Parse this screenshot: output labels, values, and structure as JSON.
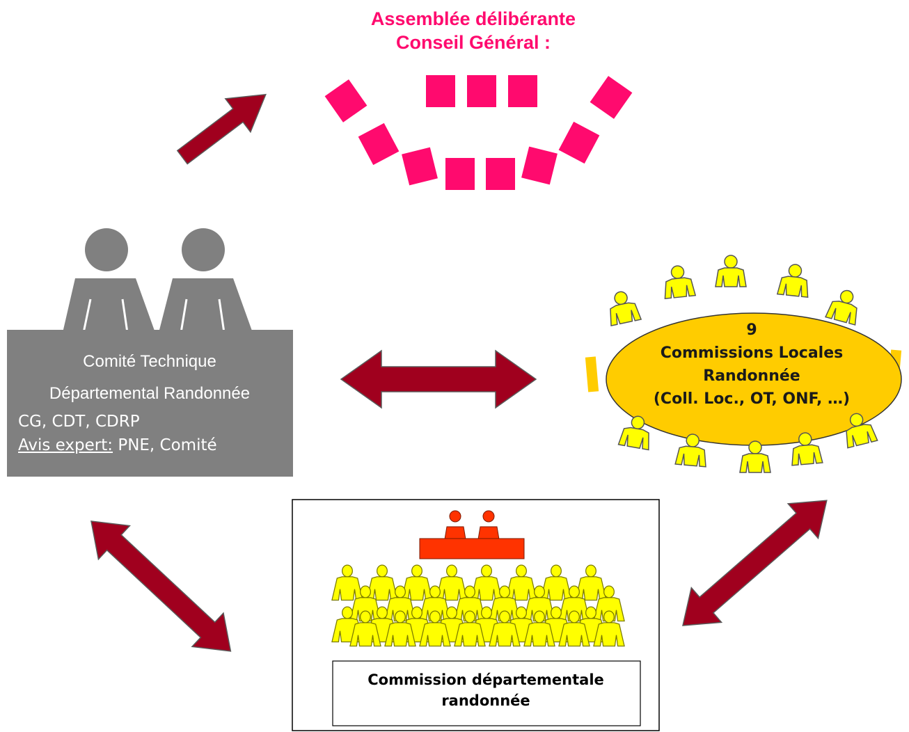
{
  "assembly": {
    "title_line1": "Assemblée délibérante",
    "title_line2": "Conseil Général :",
    "color": "#ff0a6e"
  },
  "ctdr": {
    "title_line1": "Comité Technique",
    "title_line2": "Départemental Randonnée",
    "members": "CG, CDT, CDRP",
    "expert_label": "Avis expert:",
    "expert_value": " PNE, Comité",
    "color": "#808080"
  },
  "clr": {
    "count": "9",
    "title_line1": "Commissions Locales",
    "title_line2": "Randonnée",
    "members": "(Coll. Loc., OT, ONF, …)",
    "color": "#ffcc00",
    "person_color": "#ffff00"
  },
  "cdr": {
    "title_line1": "Commission départementale",
    "title_line2": "randonnée",
    "person_color": "#ffff00",
    "table_color": "#ff3300"
  },
  "arrow_color": "#a0001e",
  "icons": [
    "single-arrow-icon",
    "double-arrow-icon",
    "person-icon",
    "seat-icon"
  ]
}
